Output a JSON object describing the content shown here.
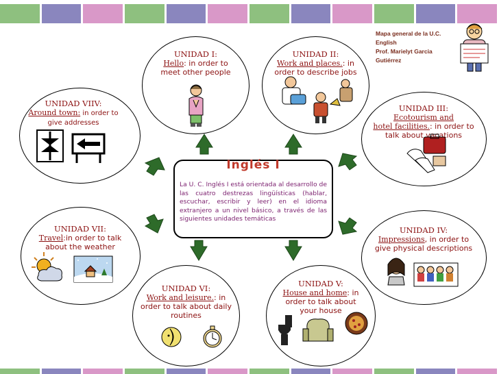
{
  "colors": {
    "stripe": [
      "#8ec07f",
      "#8a86be",
      "#d998c8",
      "#8ec07f",
      "#8a86be",
      "#d998c8",
      "#8ec07f",
      "#8a86be",
      "#d998c8",
      "#8ec07f",
      "#8a86be",
      "#d998c8"
    ],
    "text": "#8b1010",
    "title": "#c0392b",
    "body": "#7b1f6e",
    "arrow": "#2e6b2a"
  },
  "credit": {
    "line1": "Mapa general de la U.C. English",
    "line2": "Prof. Marielyt Garcia Gutiérrez"
  },
  "center": {
    "title": "Inglés I",
    "body": "La U. C. Inglés I está orientada al desarrollo de las cuatro destrezas lingüísticas (hablar, escuchar, escribir y leer) en el idioma extranjero a un nivel básico, a través de las siguientes unidades temáticas"
  },
  "units": {
    "u1": {
      "title": "UNIDAD I:",
      "topic": "Hello",
      "desc1": ": in order to",
      "desc2": "meet other people"
    },
    "u2": {
      "title": "UNIDAD II:",
      "topic": "Work and places.",
      "desc1": ": in",
      "desc2": "order to describe jobs"
    },
    "u3": {
      "title": "UNIDAD III:",
      "topic1": "Ecotourism and",
      "topic2": "hotel facilities.",
      "desc1": ": in order to",
      "desc2": "talk about vacations"
    },
    "u4": {
      "title": "UNIDAD IV:",
      "topic": "Impressions",
      "desc1": ", in order to",
      "desc2": "give physical descriptions"
    },
    "u5": {
      "title": "UNIDAD V:",
      "topic": "House and home",
      "desc1": ": in",
      "desc2": "order to talk about",
      "desc3": "your house"
    },
    "u6": {
      "title": "UNIDAD VI:",
      "topic": "Work and leisure.",
      "desc1": ": in",
      "desc2": "order to talk about daily",
      "desc3": "routines"
    },
    "u7": {
      "title": "UNIDAD VII:",
      "topic": "Travel",
      "desc1": ":in order to talk",
      "desc2": "about the weather"
    },
    "u8": {
      "title": "UNIDAD VIIV:",
      "topic": "Around town:",
      "desc1": " in order to",
      "desc2": "give addresses"
    }
  },
  "icons": [
    "person-praying-icon",
    "doctor-and-worker-icon",
    "gloves-suitcase-icon",
    "family-portraits-icon",
    "toilet-armchair-pizza-icon",
    "sun-moon-stopwatch-icon",
    "weather-icons",
    "direction-signs-icon",
    "teacher-certificate-icon"
  ]
}
